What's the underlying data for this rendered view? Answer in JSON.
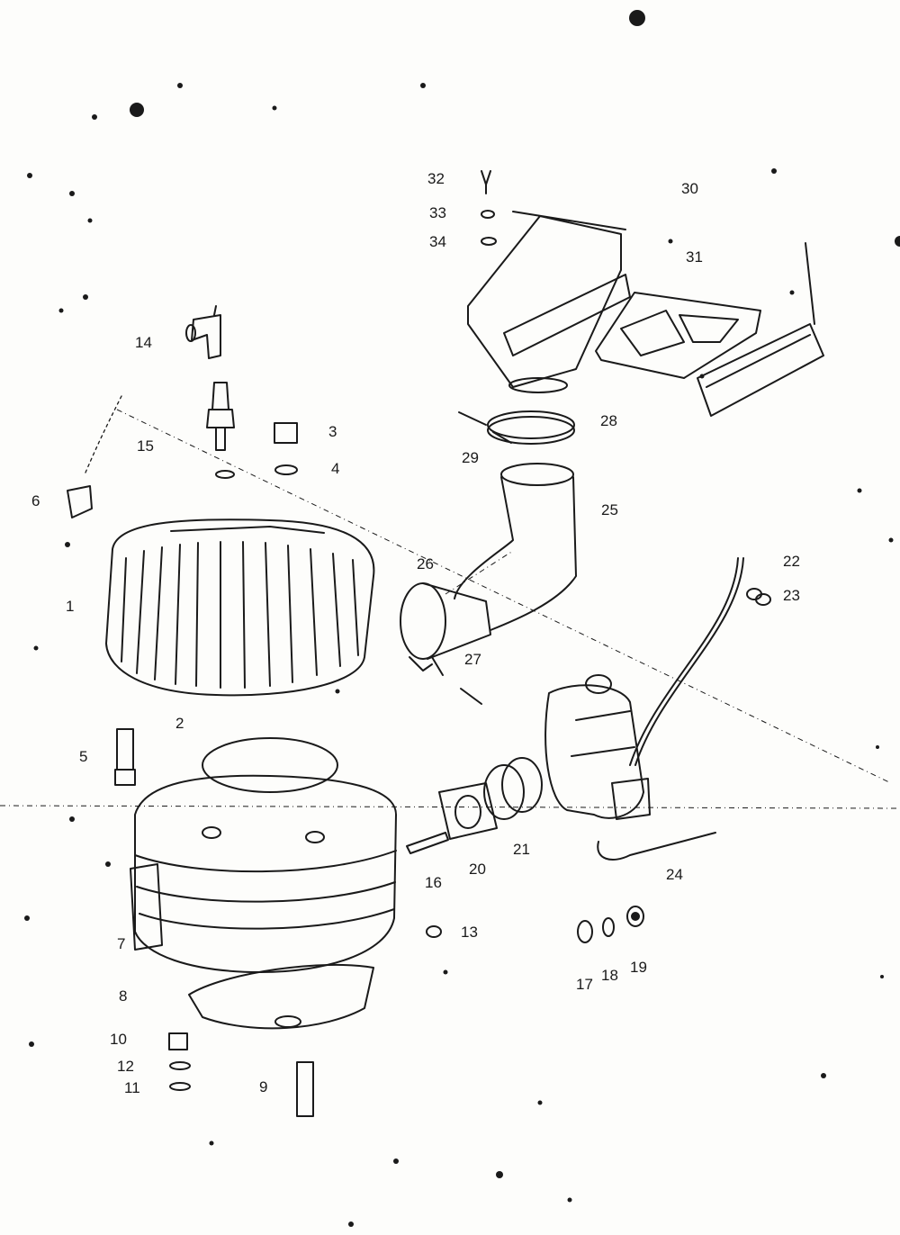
{
  "diagram": {
    "callouts": [
      {
        "id": "c1",
        "text": "1"
      },
      {
        "id": "c2",
        "text": "2"
      },
      {
        "id": "c3",
        "text": "3"
      },
      {
        "id": "c4",
        "text": "4"
      },
      {
        "id": "c5",
        "text": "5"
      },
      {
        "id": "c6",
        "text": "6"
      },
      {
        "id": "c7",
        "text": "7"
      },
      {
        "id": "c8",
        "text": "8"
      },
      {
        "id": "c9",
        "text": "9"
      },
      {
        "id": "c10",
        "text": "10"
      },
      {
        "id": "c11",
        "text": "11"
      },
      {
        "id": "c12",
        "text": "12"
      },
      {
        "id": "c13",
        "text": "13"
      },
      {
        "id": "c14",
        "text": "14"
      },
      {
        "id": "c15",
        "text": "15"
      },
      {
        "id": "c16",
        "text": "16"
      },
      {
        "id": "c17",
        "text": "17"
      },
      {
        "id": "c18",
        "text": "18"
      },
      {
        "id": "c19",
        "text": "19"
      },
      {
        "id": "c20",
        "text": "20"
      },
      {
        "id": "c21",
        "text": "21"
      },
      {
        "id": "c22",
        "text": "22"
      },
      {
        "id": "c23",
        "text": "23"
      },
      {
        "id": "c24",
        "text": "24"
      },
      {
        "id": "c25",
        "text": "25"
      },
      {
        "id": "c26",
        "text": "26"
      },
      {
        "id": "c27",
        "text": "27"
      },
      {
        "id": "c28",
        "text": "28"
      },
      {
        "id": "c29",
        "text": "29"
      },
      {
        "id": "c30",
        "text": "30"
      },
      {
        "id": "c31",
        "text": "31"
      },
      {
        "id": "c32",
        "text": "32"
      },
      {
        "id": "c33",
        "text": "33"
      },
      {
        "id": "c34",
        "text": "34"
      }
    ]
  }
}
